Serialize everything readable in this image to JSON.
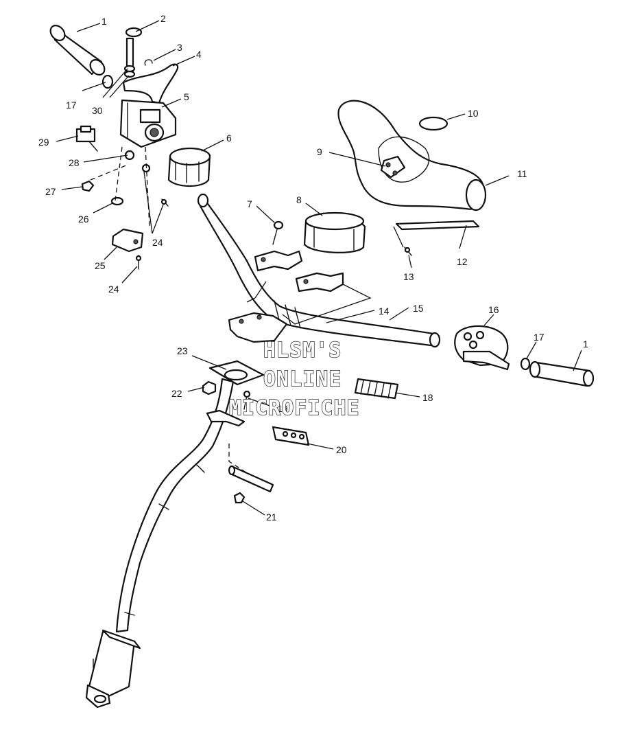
{
  "callouts": [
    {
      "id": "c1a",
      "label": "1"
    },
    {
      "id": "c2",
      "label": "2"
    },
    {
      "id": "c3",
      "label": "3"
    },
    {
      "id": "c4",
      "label": "4"
    },
    {
      "id": "c17a",
      "label": "17"
    },
    {
      "id": "c30",
      "label": "30"
    },
    {
      "id": "c5",
      "label": "5"
    },
    {
      "id": "c29",
      "label": "29"
    },
    {
      "id": "c6",
      "label": "6"
    },
    {
      "id": "c28",
      "label": "28"
    },
    {
      "id": "c27",
      "label": "27"
    },
    {
      "id": "c26",
      "label": "26"
    },
    {
      "id": "c24a",
      "label": "24"
    },
    {
      "id": "c25",
      "label": "25"
    },
    {
      "id": "c24b",
      "label": "24"
    },
    {
      "id": "c7",
      "label": "7"
    },
    {
      "id": "c8",
      "label": "8"
    },
    {
      "id": "c9",
      "label": "9"
    },
    {
      "id": "c10",
      "label": "10"
    },
    {
      "id": "c11",
      "label": "11"
    },
    {
      "id": "c12",
      "label": "12"
    },
    {
      "id": "c13",
      "label": "13"
    },
    {
      "id": "c14",
      "label": "14"
    },
    {
      "id": "c15",
      "label": "15"
    },
    {
      "id": "c16",
      "label": "16"
    },
    {
      "id": "c17b",
      "label": "17"
    },
    {
      "id": "c1b",
      "label": "1"
    },
    {
      "id": "c23",
      "label": "23"
    },
    {
      "id": "c22",
      "label": "22"
    },
    {
      "id": "c19",
      "label": "19"
    },
    {
      "id": "c18",
      "label": "18"
    },
    {
      "id": "c20",
      "label": "20"
    },
    {
      "id": "c21",
      "label": "21"
    }
  ],
  "watermark": {
    "line1": "HLSM'S",
    "line2": "ONLINE",
    "line3": "MICROFICHE"
  }
}
